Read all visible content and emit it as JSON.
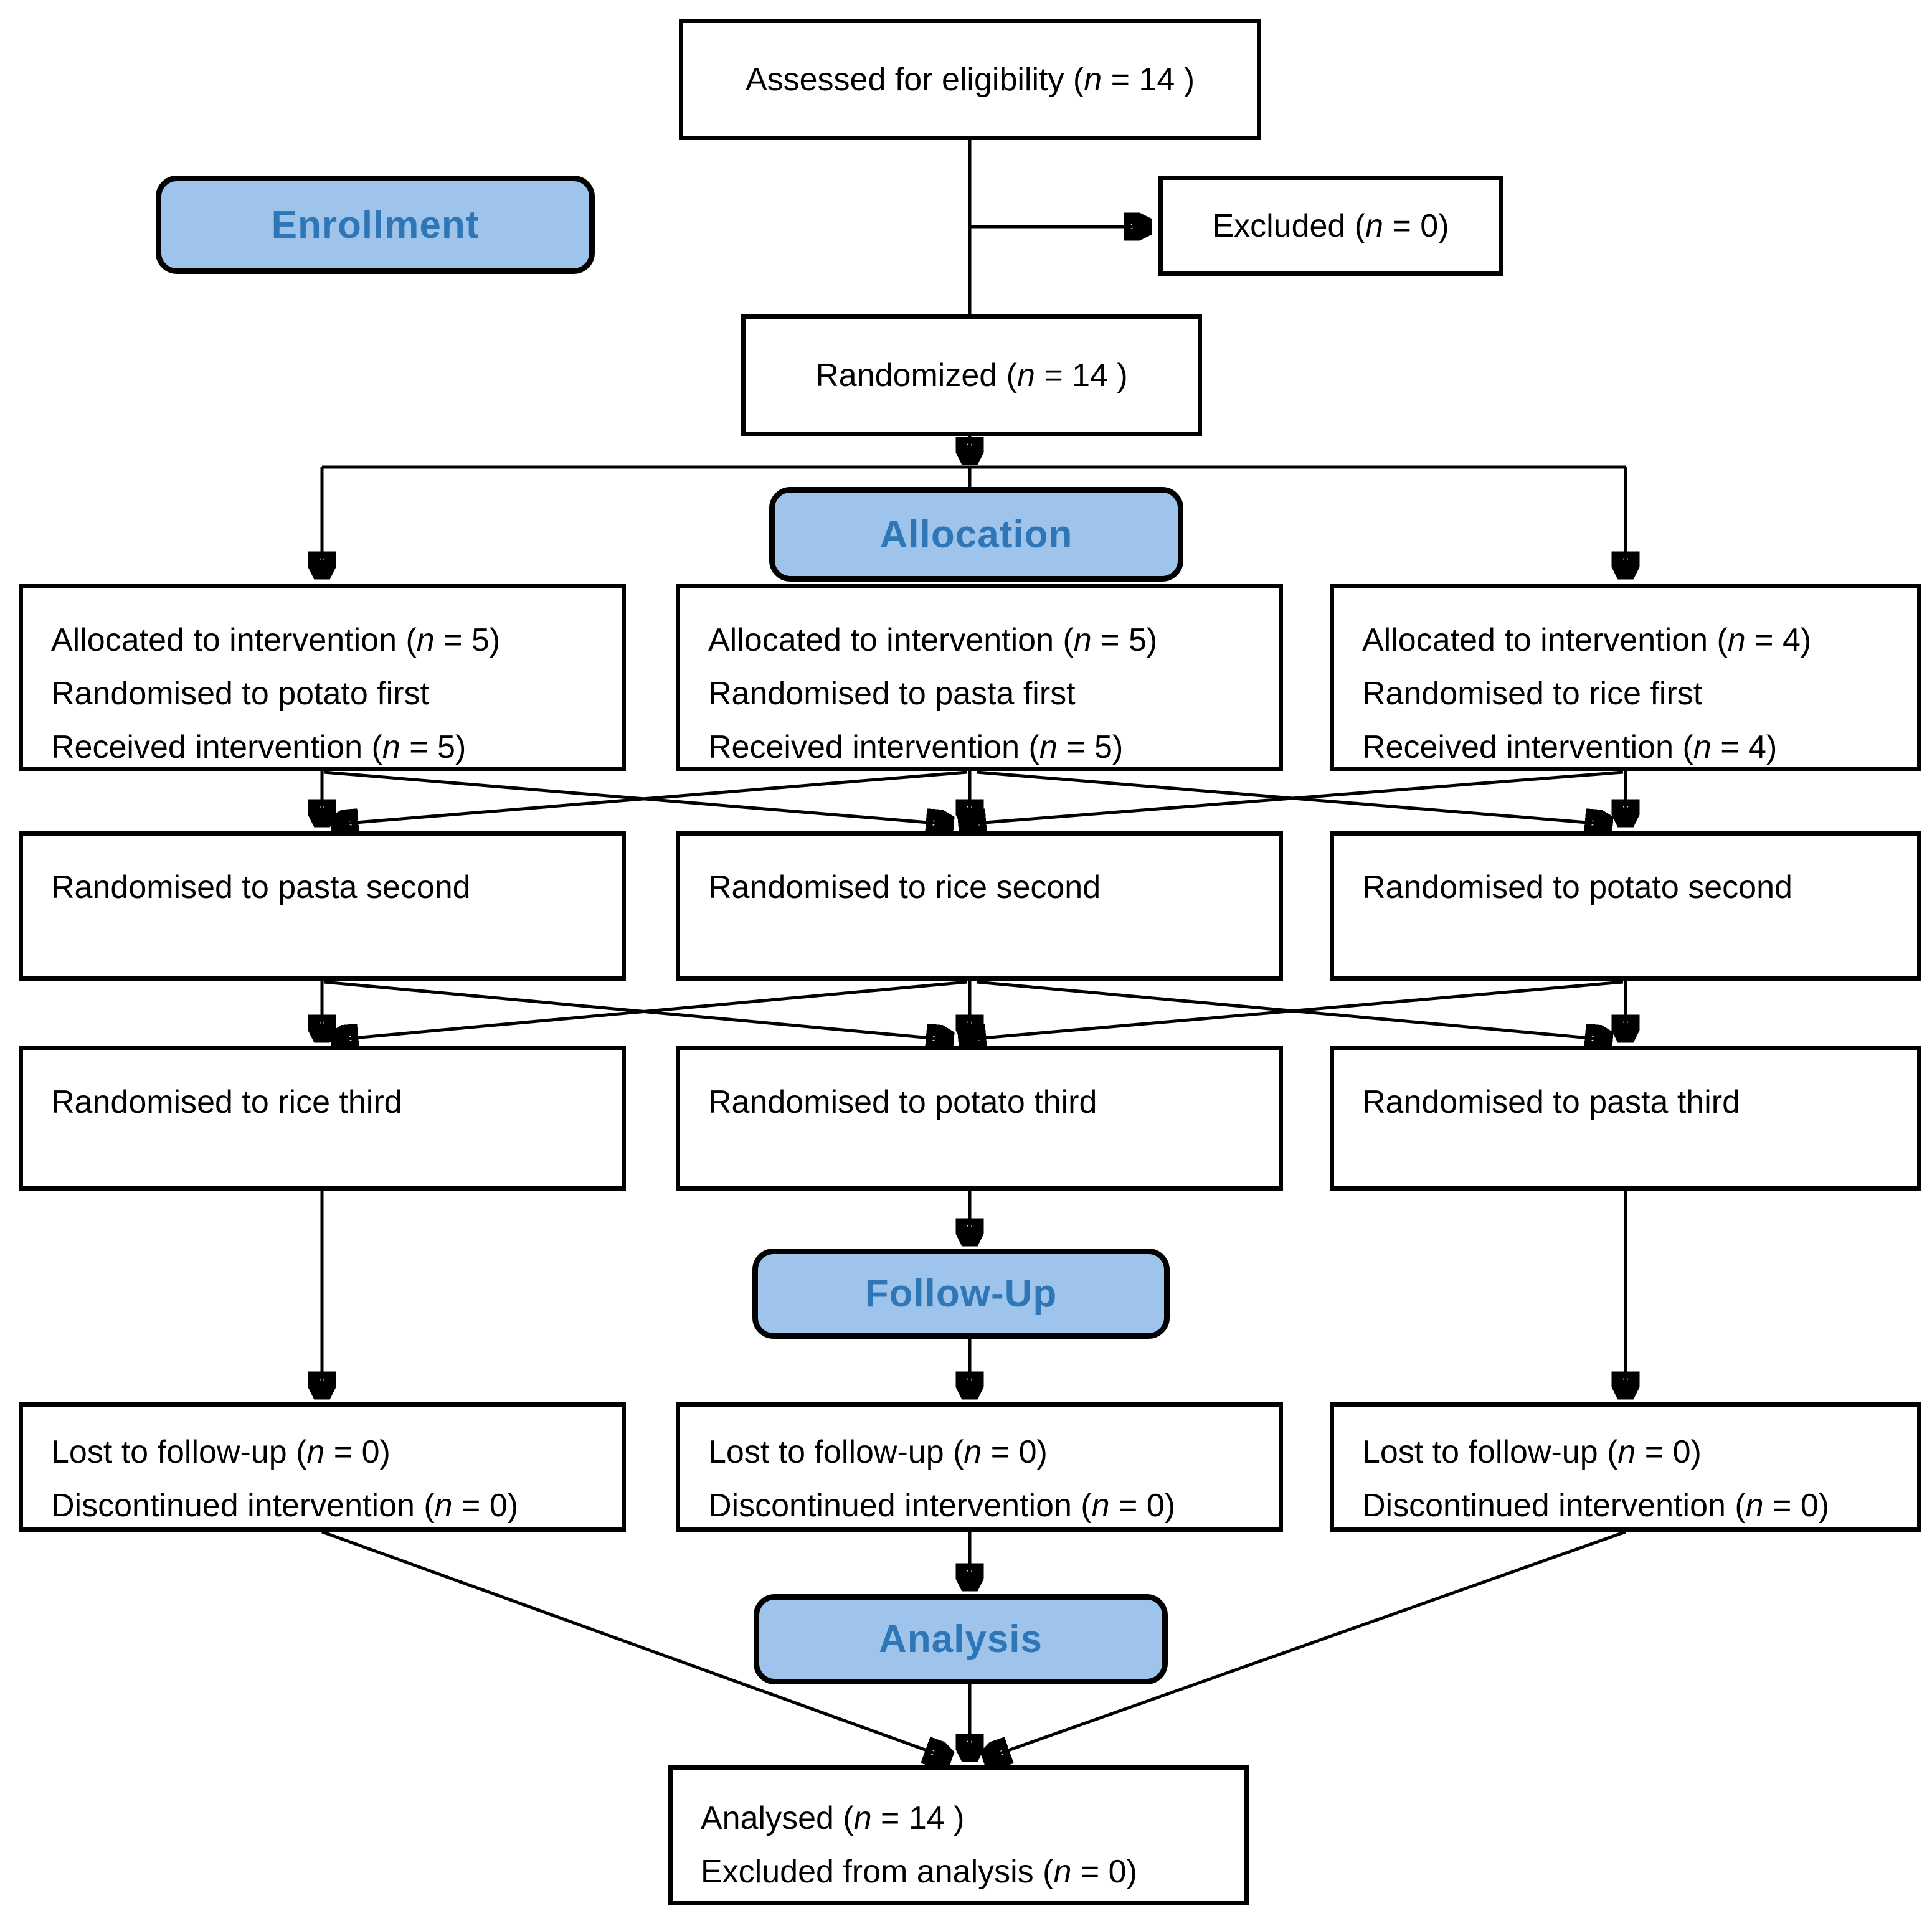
{
  "palette": {
    "badge_fill": "#9EC4EC",
    "badge_text": "#2E76B6",
    "box_border": "#000000",
    "background": "#FFFFFF"
  },
  "badges": {
    "enrollment": "Enrollment",
    "allocation": "Allocation",
    "followup": "Follow-Up",
    "analysis": "Analysis"
  },
  "boxes": {
    "assessed": "Assessed for eligibility (n = 14 )",
    "excluded": "Excluded  (n = 0)",
    "randomized": "Randomized (n = 14 )",
    "alloc": [
      {
        "lines": [
          "Allocated to intervention (n = 5)",
          "Randomised to potato first",
          "Received intervention (n =  5)"
        ]
      },
      {
        "lines": [
          "Allocated to intervention (n = 5)",
          "Randomised to pasta first",
          "Received intervention (n =  5)"
        ]
      },
      {
        "lines": [
          "Allocated to intervention (n = 4)",
          "Randomised to rice first",
          "Received intervention (n =  4)"
        ]
      }
    ],
    "second": [
      "Randomised to pasta second",
      "Randomised to rice second",
      "Randomised to potato second"
    ],
    "third": [
      "Randomised to rice third",
      "Randomised to potato third",
      "Randomised to pasta third"
    ],
    "followup": [
      {
        "lines": [
          "Lost to follow-up (n =  0)",
          "Discontinued intervention (n =  0)"
        ]
      },
      {
        "lines": [
          "Lost to follow-up (n =  0)",
          "Discontinued intervention (n =  0)"
        ]
      },
      {
        "lines": [
          "Lost to follow-up (n =  0)",
          "Discontinued intervention (n =  0)"
        ]
      }
    ],
    "final": {
      "lines": [
        "Analysed  (n = 14 )",
        "Excluded from analysis (n =  0)"
      ]
    }
  }
}
